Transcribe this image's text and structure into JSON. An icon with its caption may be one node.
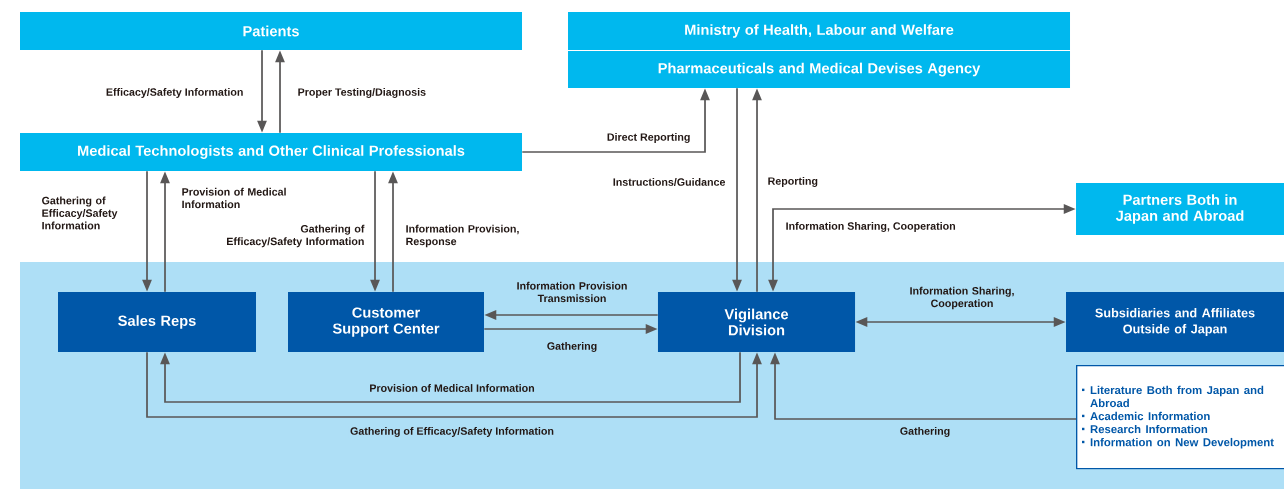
{
  "diagram": {
    "nodes": [
      {
        "text": [
          "Patients"
        ]
      },
      {
        "text": [
          "Ministry of Health, Labour and Welfare"
        ]
      },
      {
        "text": [
          "Pharmaceuticals and Medical Devises Agency"
        ]
      },
      {
        "text": [
          "Medical Technologists and Other Clinical Professionals"
        ]
      },
      {
        "text": [
          "Partners Both in Japan and Abroad"
        ]
      },
      {
        "text": [],
        "shape": "box"
      },
      {
        "text": [
          "Sales Reps"
        ],
        "in": 5
      },
      {
        "text": [
          "Customer Support Center"
        ],
        "in": 5
      },
      {
        "text": [
          "Vigilance Division"
        ],
        "in": 5
      },
      {
        "text": [
          "Subsidiaries and Affiliates Outside of Japan"
        ],
        "in": 5
      },
      {
        "text": [
          "Literature Both from Japan and Abroad",
          "Academic Information",
          "Research Information",
          "Information on New Development"
        ],
        "in": 5
      }
    ],
    "edges": [
      {
        "from": 0,
        "to": 3,
        "arrow": "to",
        "label": "Efficacy/Safety Information"
      },
      {
        "from": 3,
        "to": 0,
        "arrow": "to",
        "label": "Proper Testing/Diagnosis"
      },
      {
        "from": 3,
        "to": 2,
        "arrow": "to",
        "label": "Direct Reporting"
      },
      {
        "from": 2,
        "to": 8,
        "arrow": "to",
        "label": "Instructions/Guidance"
      },
      {
        "from": 8,
        "to": 2,
        "arrow": "to",
        "label": "Reporting"
      },
      {
        "from": 4,
        "to": 8,
        "arrow": "both",
        "label": "Information Sharing, Cooperation"
      },
      {
        "from": 3,
        "to": 6,
        "arrow": "to",
        "label": "Gathering of Efficacy/Safety Information"
      },
      {
        "from": 6,
        "to": 3,
        "arrow": "to",
        "label": "Provision of Medical Information"
      },
      {
        "from": 3,
        "to": 7,
        "arrow": "to",
        "label": "Gathering of Efficacy/Safety Information"
      },
      {
        "from": 7,
        "to": 3,
        "arrow": "to",
        "label": "Information Provision, Response"
      },
      {
        "from": 8,
        "to": 7,
        "arrow": "to",
        "label": "Information Provision Transmission"
      },
      {
        "from": 7,
        "to": 8,
        "arrow": "to",
        "label": "Gathering"
      },
      {
        "from": 8,
        "to": 9,
        "arrow": "both",
        "label": "Information Sharing, Cooperation"
      },
      {
        "from": 8,
        "to": 6,
        "arrow": "to",
        "label": "Provision of Medical Information"
      },
      {
        "from": 6,
        "to": 8,
        "arrow": "to",
        "label": "Gathering of Efficacy/Safety Information"
      },
      {
        "from": 10,
        "to": 8,
        "arrow": "to",
        "label": "Gathering"
      }
    ]
  }
}
